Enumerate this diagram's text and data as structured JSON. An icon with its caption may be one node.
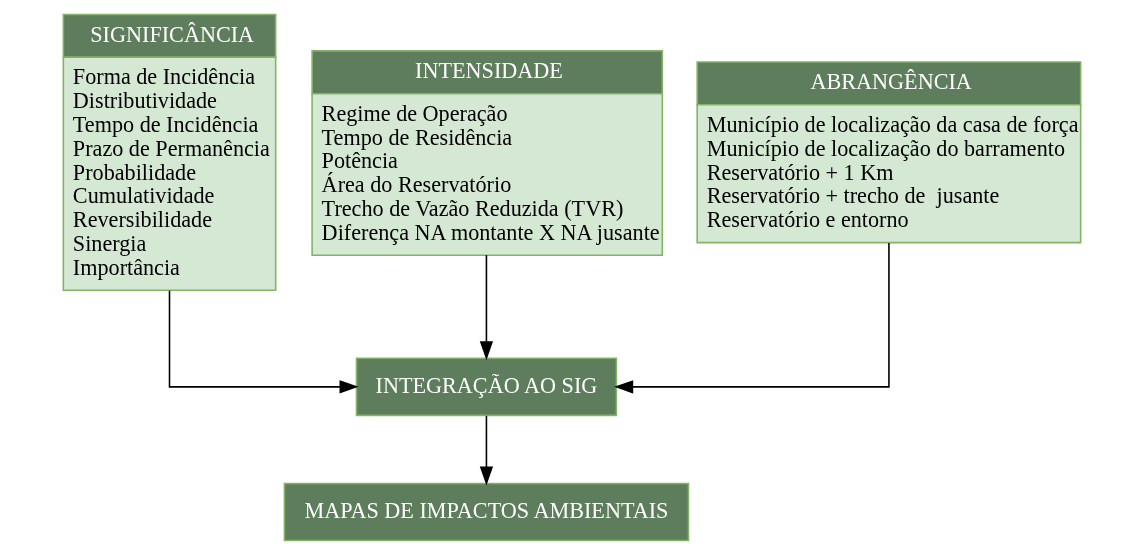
{
  "diagram": {
    "nodes": [
      {
        "text": [
          "SIGNIFICÂNCIA",
          "Forma de Incidência",
          "Distributividade",
          "Tempo de Incidência",
          "Prazo de Permanência",
          "Probabilidade",
          "Cumulatividade",
          "Reversibilidade",
          "Sinergia",
          "Importância"
        ]
      },
      {
        "text": [
          "INTENSIDADE",
          "Regime de Operação",
          "Tempo de Residência",
          "Potência",
          "Área do Reservatório",
          "Trecho de Vazão Reduzida (TVR)",
          "Diferença NA montante X NA jusante"
        ]
      },
      {
        "text": [
          "ABRANGÊNCIA",
          "Município de localização da casa de força",
          "Município de localização do barramento",
          "Reservatório + 1 Km",
          "Reservatório + trecho de  jusante",
          "Reservatório e entorno"
        ]
      },
      {
        "text": [
          "INTEGRAÇÃO AO SIG"
        ]
      },
      {
        "text": [
          "MAPAS DE IMPACTOS AMBIENTAIS"
        ]
      }
    ],
    "edges": [
      {
        "from": 0,
        "to": 3,
        "arrow": "to"
      },
      {
        "from": 1,
        "to": 3,
        "arrow": "to"
      },
      {
        "from": 2,
        "to": 3,
        "arrow": "to"
      },
      {
        "from": 3,
        "to": 4,
        "arrow": "to"
      }
    ]
  }
}
